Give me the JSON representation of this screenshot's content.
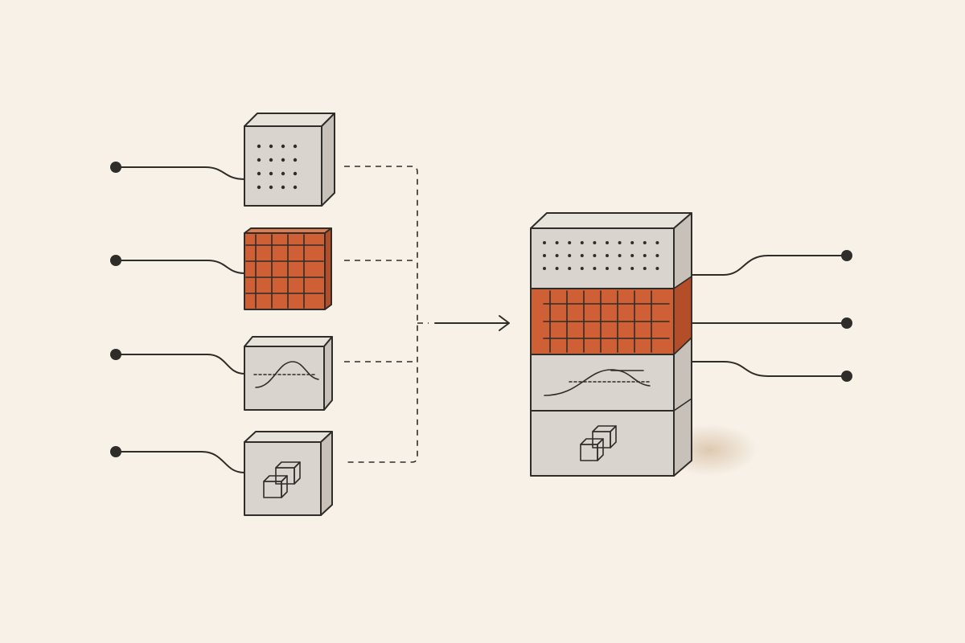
{
  "colors": {
    "background": "#f7f1e8",
    "module_front": "#d9d4cd",
    "module_top": "#e7e2da",
    "module_side": "#c7c1b9",
    "accent_front": "#cf5f34",
    "accent_top": "#dd7b52",
    "accent_side": "#b44e28",
    "ink": "#2f2d2a",
    "shadow": "#d7c4ae"
  },
  "inputs": [
    {
      "name": "dot-grid-module",
      "pattern": "dot-grid",
      "accent": false
    },
    {
      "name": "line-grid-module",
      "pattern": "line-grid",
      "accent": true
    },
    {
      "name": "curve-module",
      "pattern": "curve",
      "accent": false
    },
    {
      "name": "cubes-module",
      "pattern": "cubes",
      "accent": false
    }
  ],
  "stack": {
    "layers": [
      {
        "name": "stack-layer-dots",
        "pattern": "dot-grid",
        "accent": false
      },
      {
        "name": "stack-layer-grid",
        "pattern": "line-grid",
        "accent": true
      },
      {
        "name": "stack-layer-curve",
        "pattern": "curve",
        "accent": false
      },
      {
        "name": "stack-layer-cubes",
        "pattern": "cubes",
        "accent": false
      }
    ],
    "outputs": 3
  },
  "icons": {
    "merge_arrow": "arrow-right-icon",
    "connector": "dot-icon"
  }
}
